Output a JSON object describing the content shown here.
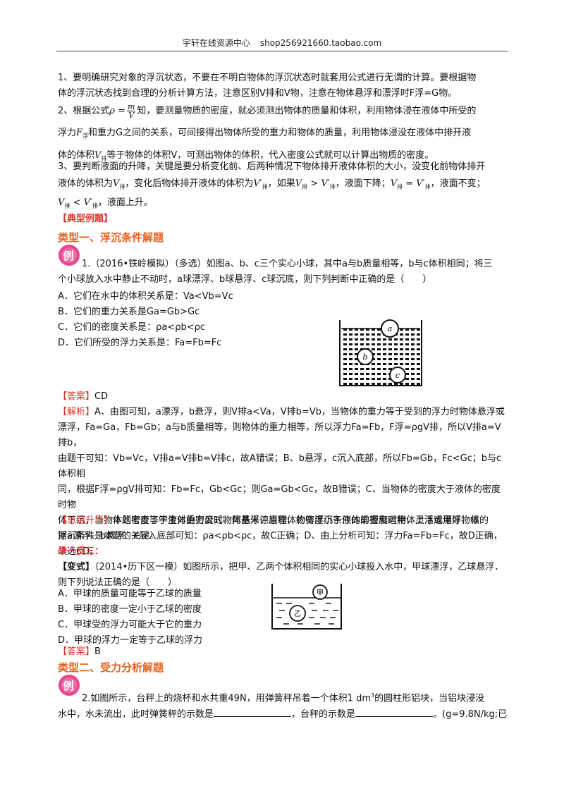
{
  "header": {
    "site": "宇轩在线资源中心",
    "shop": "shop256921660.taobao.com"
  },
  "intro": {
    "p1_line1": "1、要明确研究对象的浮沉状态，不要在不明白物体的浮沉状态时就套用公式进行无谓的计算。要根据物",
    "p1_line2": "体的浮沉状态找到合理的分析计算方法，注意区别V排和V物，注意在物体悬浮和漂浮时F浮=G物。",
    "p2_pre": "2、根据公式",
    "p2_rho": "ρ =",
    "p2_num": "m",
    "p2_den": "V",
    "p2_line1_post": "知，要测量物质的密度，就必须测出物体的质量和体积，利用物体浸在液体中所受的",
    "p2_line2_pre": "浮力",
    "p2_F": "F",
    "p2_F_sub": "浮",
    "p2_line2_post": "和重力G之间的关系，可间接得出物体所受的重力和物体的质量，利用物体浸没在液体中排开液",
    "p2_line3_pre": "体的体积",
    "p2_V": "V",
    "p2_V_sub": "排",
    "p2_line3_post": "等于物体的体积V，可测出物体的体积，代入密度公式就可以计算出物质的密度。",
    "p3_line1": "3、要判断液面的升降，关键是要分析变化前、后两种情况下物体排开液体体积的大小，没变化前物体排开",
    "p3_line2_a": "液体的体积为",
    "p3_line2_b": "，变化后物体排开液体的体积为",
    "p3_line2_c": "，如果",
    "p3_line2_d": "，液面下降；",
    "p3_line2_e": "，液面不变；",
    "p3_line3_post": "，液面上升。",
    "v_sym": "V",
    "v_sub": "排",
    "v_prime": "V′",
    "gt": ">",
    "eq": "=",
    "lt": "<"
  },
  "section_typical": "【典型例题】",
  "type1": {
    "heading": "类型一、浮沉条件解题",
    "badge": "例",
    "q_line1": "1.（2016•铁岭模拟）（多选）如图a、b、c三个实心小球，其中a与b质量相等，b与c体积相同；将三",
    "q_line2": "个小球放入水中静止不动时，a球漂浮、b球悬浮、c球沉底，则下列判断中正确的是（　　）",
    "options": [
      "A．它们在水中的体积关系是：Va<Vb=Vc",
      "B．它们的重力关系是Ga=Gb>Gc",
      "C．它们的密度关系是：ρa<ρb<ρc",
      "D．它们所受的浮力关系是：Fa=Fb=Fc"
    ],
    "fig_labels": [
      "a",
      "b",
      "c"
    ],
    "answer_tag": "【答案】",
    "answer": "CD",
    "analysis_tag": "【解析】",
    "analysis_lines": [
      "A、由图可知，a漂浮，b悬浮，则V排a<Va，V排b=Vb，当物体的重力等于受到的浮力时物体悬浮或",
      "漂浮，Fa=Ga，Fb=Gb；a与b质量相等，则物体的重力相等，所以浮力Fa=Fb，F浮=ρgV排，所以V排a=V排b，",
      "由题干可知：Vb=Vc，V排a=V排b=V排c，故A错误；B、b悬浮，c沉入底部，所以Fb=Gb，Fc<Gc；b与c体积相",
      "同，根据F浮=ρgV排可知：Fb=Fc，Gb<Gc；则Ga=Gb<Gc，故B错误；C、当物体的密度大于液体的密度时物",
      "体下沉，当物体的密度等于液体的密度时物体悬浮，当物体的密度小于液体的密度时物体上浮或漂浮，根",
      "据a漂浮、b悬浮、c沉入底部可知：ρa<ρb<ρc，故C正确；D、由上分析可知：浮力Fa=Fb=Fc，故D正确，",
      "故选CD。"
    ],
    "summary_tag": "【总结升华】",
    "summary_line1": "本题考查了学生对重力公式、阿基米德原理、物体浮沉条件的掌握和运用，灵活运用好物体的",
    "summary_line2": "浮沉条件是本题的关键。"
  },
  "extend": {
    "heading": "举一反三：",
    "tag": "【变式】",
    "q_line1": "（2014•历下区一模）如图所示，把甲、乙两个体积相同的实心小球投入水中，甲球漂浮，乙球悬浮．",
    "q_line2": "则下列说法正确的是（　　）",
    "options": [
      "A．甲球的质量可能等于乙球的质量",
      "B．甲球的密度一定小于乙球的密度",
      "C．甲球受的浮力可能大于它的重力",
      "D．甲球的浮力一定等于乙球的浮力"
    ],
    "fig_labels": [
      "甲",
      "乙"
    ],
    "answer_tag": "【答案】",
    "answer": "B"
  },
  "type2": {
    "heading": "类型二、受力分析解题",
    "badge": "例",
    "q_line1_a": "2.如图所示，台秤上的烧杯和水共重49N，用弹簧秤吊着一个体积1 dm",
    "q_line1_sup": "3",
    "q_line1_b": "的圆柱形铝块，当铝块浸没",
    "q_line2_a": "水中，水未流出，此时弹簧秤的示数是",
    "q_line2_b": "，台秤的示数是",
    "q_line2_c": "。(g=9.8N/kg;已"
  }
}
